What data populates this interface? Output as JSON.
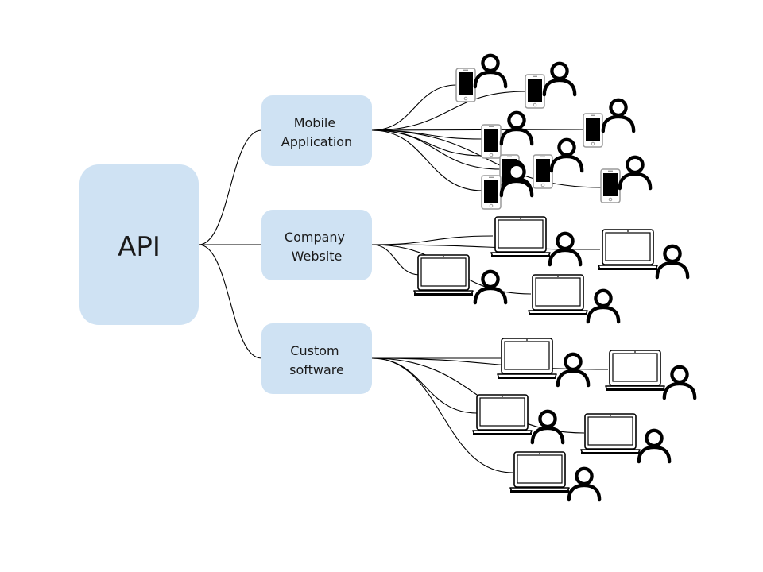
{
  "diagram": {
    "root": {
      "label": "API"
    },
    "branches": [
      {
        "id": "mobile",
        "label_lines": [
          "Mobile",
          "Application"
        ],
        "client_icon": "phone-icon"
      },
      {
        "id": "website",
        "label_lines": [
          "Company",
          "Website"
        ],
        "client_icon": "laptop-icon"
      },
      {
        "id": "custom",
        "label_lines": [
          "Custom",
          "software"
        ],
        "client_icon": "laptop-icon"
      }
    ],
    "user_icon": "user-icon",
    "colors": {
      "node_fill": "#cfe2f3",
      "line": "#000000",
      "text": "#1a1a1a"
    }
  }
}
